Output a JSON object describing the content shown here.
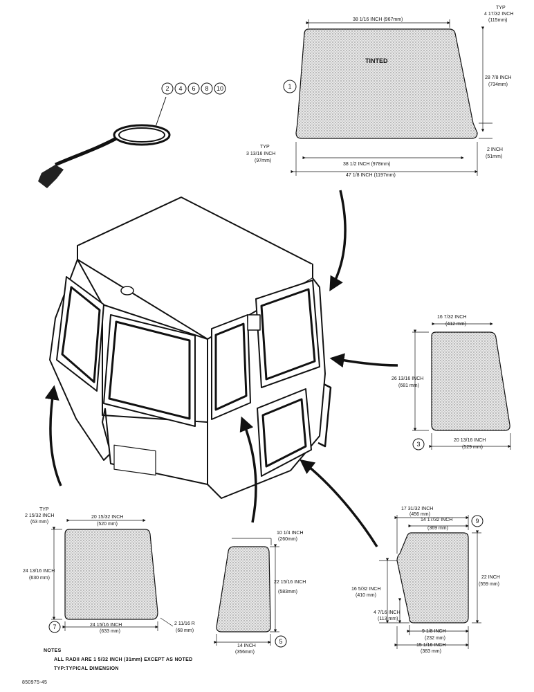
{
  "seal": {
    "callouts": [
      "2",
      "4",
      "6",
      "8",
      "10"
    ]
  },
  "glass1": {
    "callout": "1",
    "tinted": "TINTED",
    "top_width": "38 1/16 INCH  (967mm)",
    "typ": "TYP",
    "corner": "4 17/32 INCH",
    "corner_mm": "(115mm)",
    "height": "28 7/8 INCH",
    "height_mm": "(734mm)",
    "left_typ": "TYP",
    "left": "3 13/16 INCH",
    "left_mm": "(97mm)",
    "bottom": "2 INCH",
    "bottom_mm": "(51mm)",
    "inner_width": "38 1/2 INCH  (978mm)",
    "total_width": "47 1/8 INCH  (1197mm)"
  },
  "glass3": {
    "callout": "3",
    "top": "16 7/32 INCH",
    "top_mm": "(412 mm)",
    "height": "26 13/16 INCH",
    "height_mm": "(681 mm)",
    "bottom": "20 13/16 INCH",
    "bottom_mm": "(529 mm)"
  },
  "glass7": {
    "callout": "7",
    "typ": "TYP",
    "corner": "2 15/32 INCH",
    "corner_mm": "(63 mm)",
    "top": "20 15/32 INCH",
    "top_mm": "(520 mm)",
    "height": "24 13/16 INCH",
    "height_mm": "(630 mm)",
    "bottom": "24 15/16 INCH",
    "bottom_mm": "(633 mm)",
    "radius": "2 11/16 R",
    "radius_mm": "(68 mm)"
  },
  "glass5": {
    "callout": "5",
    "top": "10 1/4 INCH",
    "top_mm": "(260mm)",
    "height": "22 15/16 INCH",
    "height_mm": "(583mm)",
    "bottom": "14 INCH",
    "bottom_mm": "(356mm)"
  },
  "glass9": {
    "callout": "9",
    "top_total": "17 31/32 INCH",
    "top_total_mm": "(456 mm)",
    "top": "14 17/32 INCH",
    "top_mm": "(369 mm)",
    "height": "22 INCH",
    "height_mm": "(559 mm)",
    "left": "16 5/32 INCH",
    "left_mm": "(410 mm)",
    "lower": "4 7/16 INCH",
    "lower_mm": "(113 mm)",
    "bottom": "9 1/8 INCH",
    "bottom_mm": "(232 mm)",
    "bottom_total": "15 1/16 INCH",
    "bottom_total_mm": "(383 mm)"
  },
  "notes": {
    "title": "NOTES",
    "line1": "ALL RADII ARE 1 5/32 INCH (31mm) EXCEPT AS NOTED",
    "line2": "TYP:TYPICAL DIMENSION"
  },
  "figure_id": "850975-45"
}
